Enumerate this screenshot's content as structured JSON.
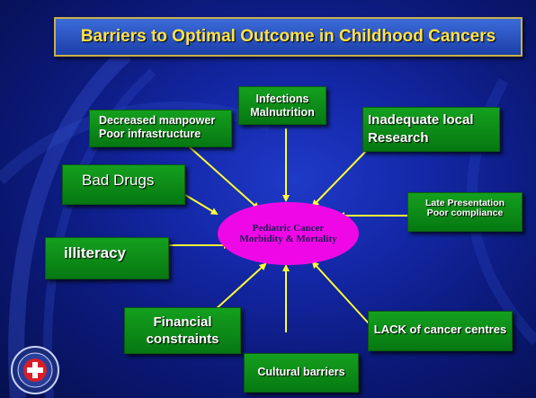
{
  "title": "Barriers to Optimal Outcome in Childhood Cancers",
  "center": {
    "line1": "Pediatric Cancer",
    "line2": "Morbidity & Mortality"
  },
  "barriers": {
    "manpower": [
      "Decreased manpower",
      "Poor infrastructure"
    ],
    "infections": [
      "Infections",
      "Malnutrition"
    ],
    "research": [
      "Inadequate local",
      "Research"
    ],
    "drugs": [
      "Bad Drugs"
    ],
    "late": [
      "Late Presentation",
      "Poor compliance"
    ],
    "illiteracy": [
      "illiteracy"
    ],
    "financial": [
      "Financial",
      "constraints"
    ],
    "lack": [
      "LACK of cancer centres"
    ],
    "cultural": [
      "Cultural barriers"
    ]
  },
  "colors": {
    "box_fill": "#0a8c18",
    "arrow": "#ffff33",
    "ellipse": "#ef08e6",
    "title_text": "#ffe24a"
  },
  "logo": {
    "icon": "hospital-emblem-icon"
  }
}
